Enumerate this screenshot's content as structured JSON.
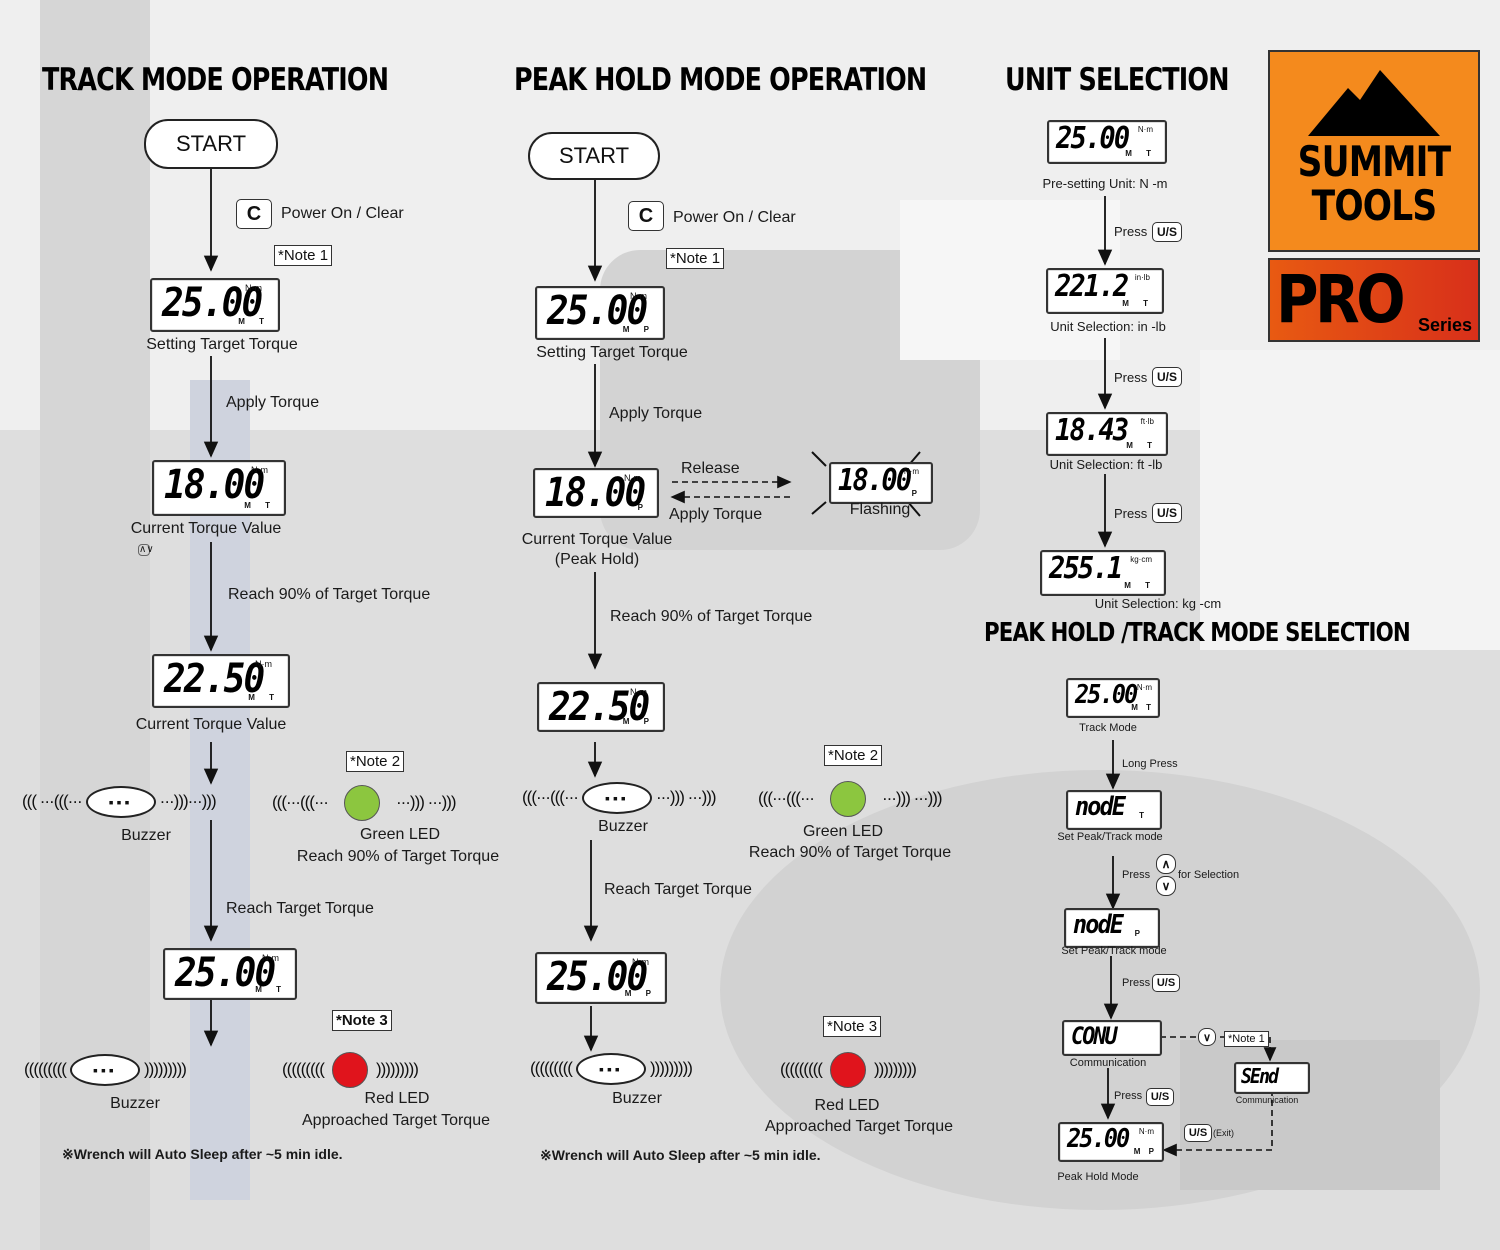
{
  "titles": {
    "track": "TRACK MODE OPERATION",
    "peak": "PEAK HOLD MODE OPERATION",
    "unit": "UNIT SELECTION",
    "mode_select": "PEAK HOLD /TRACK MODE SELECTION"
  },
  "brand": {
    "line1": "SUMMIT",
    "line2": "TOOLS",
    "pro": "PRO",
    "series": "Series"
  },
  "common": {
    "start": "START",
    "key_c": "C",
    "power_on": "Power On / Clear",
    "note1": "*Note 1",
    "note2": "*Note 2",
    "note3": "*Note 3",
    "unit_nm": "N·m",
    "mode_mt": "M T",
    "mode_mp": "M P",
    "mode_p": "P",
    "apply_torque": "Apply Torque",
    "reach90": "Reach 90% of Target Torque",
    "reach_target": "Reach Target Torque",
    "buzzer": "Buzzer",
    "green_led": "Green LED",
    "red_led": "Red LED",
    "approached": "Approached Target Torque",
    "auto_sleep": "※Wrench will Auto Sleep after ~5 min idle.",
    "pill_dots": "▪▪▪",
    "wave_l1": "((( ···(((···",
    "wave_r1": "···)))···)))",
    "wave_l2": "(((···(((···",
    "wave_r2": "···))) ···)))",
    "wave_long_l": "(((((((((",
    "wave_long_r": ")))))))))"
  },
  "track": {
    "lcd1": "25.00",
    "lbl1": "Setting Target Torque",
    "lcd2": "18.00",
    "lbl2": "Current Torque Value",
    "lcd3": "22.50",
    "lbl3": "Current Torque Value",
    "lcd4": "25.00",
    "led_reach": "Reach 90% of Target Torque",
    "updown": "∧∨"
  },
  "peak": {
    "lcd1": "25.00",
    "lbl1": "Setting Target Torque",
    "lcd2": "18.00",
    "lbl2a": "Current Torque Value",
    "lbl2b": "(Peak Hold)",
    "release": "Release",
    "apply_back": "Apply Torque",
    "flash_lcd": "18.00",
    "flashing": "Flashing",
    "lcd3": "22.50",
    "lcd4": "25.00",
    "led_reach": "Reach 90% of Target Torque"
  },
  "unit": {
    "lcd1": "25.00",
    "unit1": "N·m",
    "lbl1": "Pre-setting  Unit: N -m",
    "press": "Press",
    "key_us": "U/S",
    "lcd2": "221.2",
    "unit2": "in·lb",
    "lbl2": "Unit Selection: in  -lb",
    "lcd3": "18.43",
    "unit3": "ft·lb",
    "lbl3": "Unit Selection: ft  -lb",
    "lcd4": "255.1",
    "unit4": "kg·cm",
    "lbl4": "Unit Selection: kg  -cm"
  },
  "modesel": {
    "lcd1": "25.00",
    "lbl1": "Track Mode",
    "long_press": "Long Press",
    "lcd2": "nodE",
    "mode2": "T",
    "lbl2": "Set Peak/Track mode",
    "press": "Press",
    "for_selection": "for Selection",
    "key_up": "∧",
    "key_down": "∨",
    "lcd3": "nodE",
    "mode3": "P",
    "lbl3": "Set Peak/Track mode",
    "key_us": "U/S",
    "lcd4": "CONU",
    "lbl4": "Communication",
    "note1": "*Note 1",
    "lcd5": "SEnd",
    "lbl5": "Communication",
    "us_exit": "U/S",
    "exit": "(Exit)",
    "lcd6": "25.00",
    "lbl6": "Peak Hold Mode"
  },
  "colors": {
    "green_led": "#8cc63f",
    "red_led": "#e0141c",
    "logo_orange": "#f48a1d",
    "circle_red": "#d42020"
  }
}
